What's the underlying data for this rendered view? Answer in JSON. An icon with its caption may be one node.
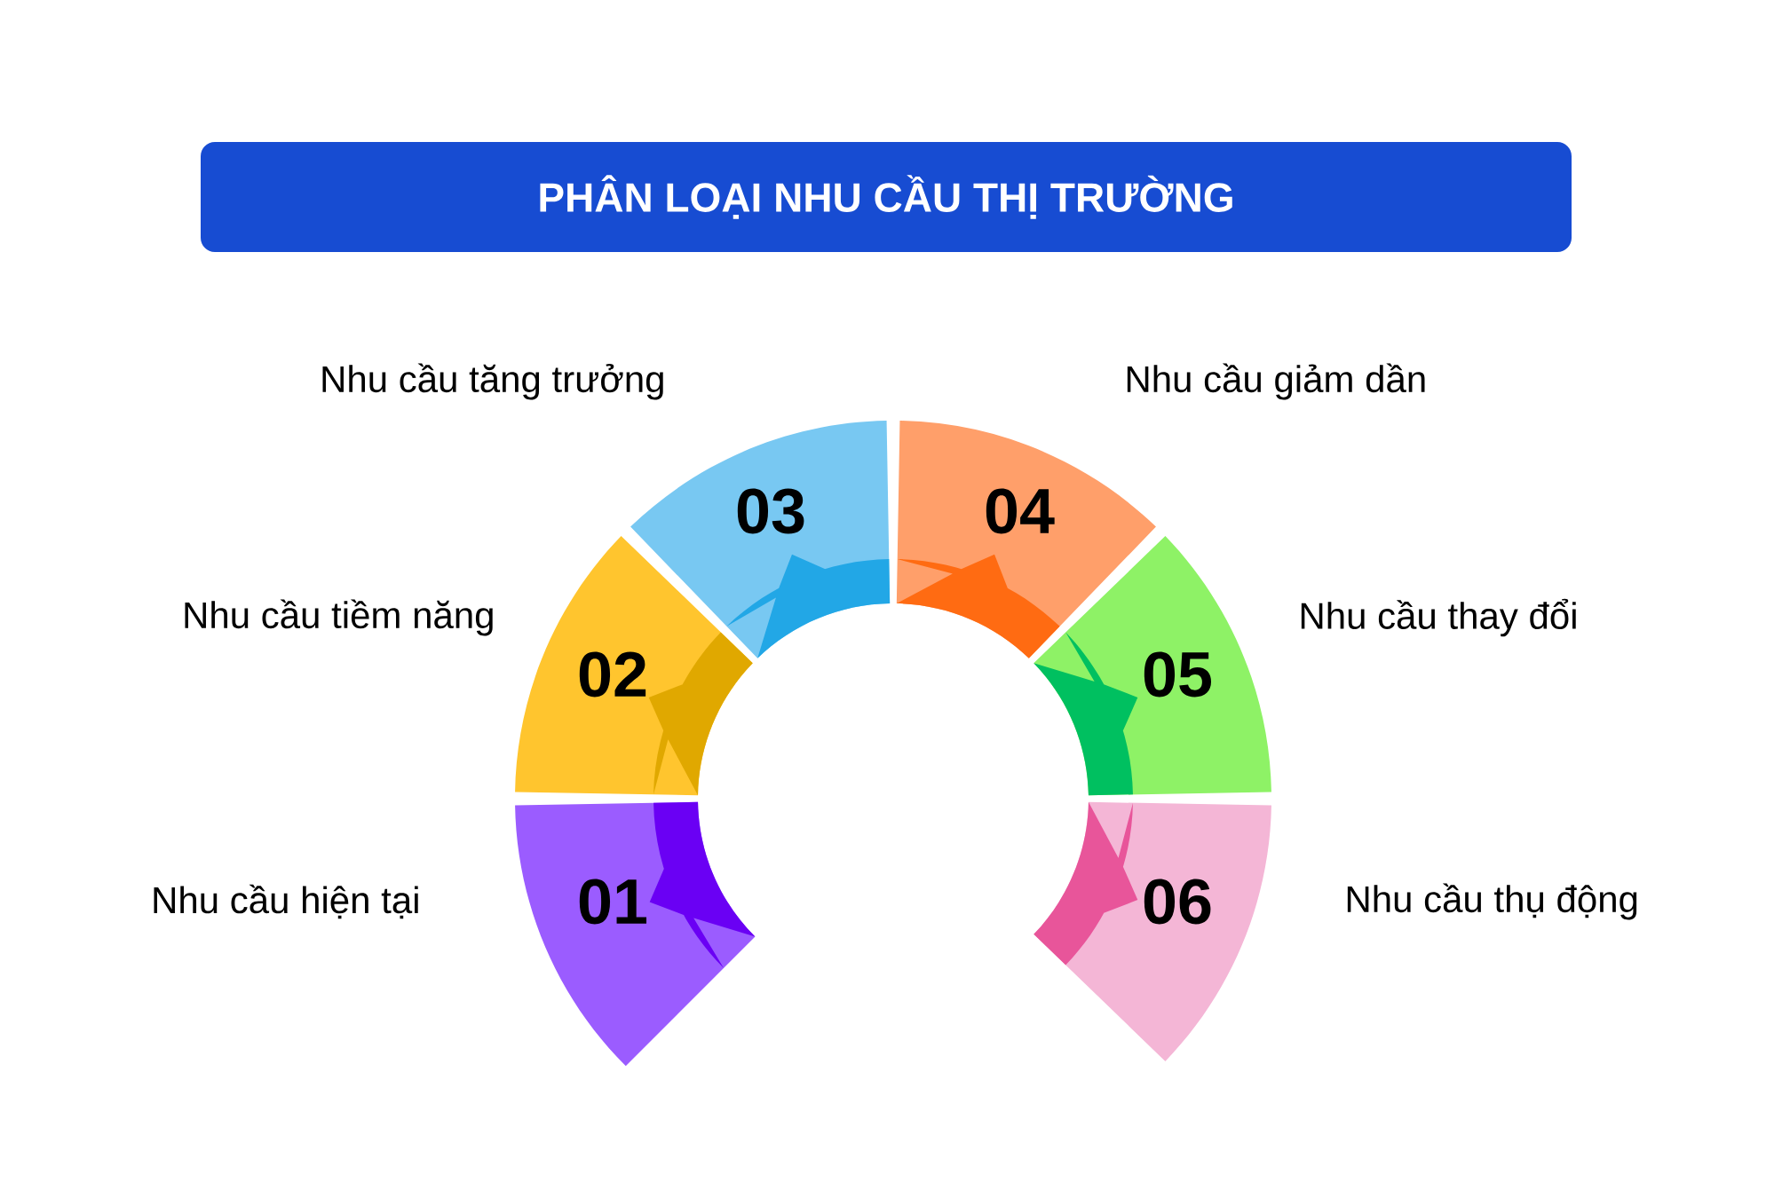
{
  "diagram": {
    "title": "PHÂN LOẠI NHU CẦU THỊ TRƯỜNG",
    "nodes": [
      {
        "text": [
          "01"
        ],
        "beside": [
          "Nhu cầu hiện tại"
        ]
      },
      {
        "text": [
          "02"
        ],
        "beside": [
          "Nhu cầu tiềm năng"
        ]
      },
      {
        "text": [
          "03"
        ],
        "beside": [
          "Nhu cầu tăng trưởng"
        ]
      },
      {
        "text": [
          "04"
        ],
        "beside": [
          "Nhu cầu giảm dần"
        ]
      },
      {
        "text": [
          "05"
        ],
        "beside": [
          "Nhu cầu thay đổi"
        ]
      },
      {
        "text": [
          "06"
        ],
        "beside": [
          "Nhu cầu thụ động"
        ]
      }
    ]
  }
}
